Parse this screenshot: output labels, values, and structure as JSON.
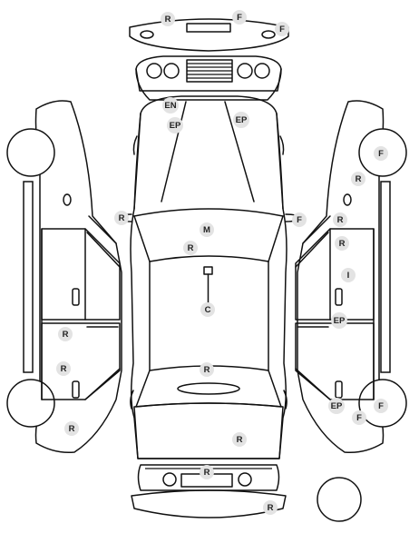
{
  "colors": {
    "line": "#111111",
    "marker_fill": "#e3e3e3",
    "marker_text": "#222222",
    "background": "#ffffff"
  },
  "markers": [
    {
      "id": "front-bumper-r",
      "code": "R"
    },
    {
      "id": "front-bumper-f",
      "code": "F"
    },
    {
      "id": "front-bumper-corner-f",
      "code": "F"
    },
    {
      "id": "hood-en",
      "code": "EN"
    },
    {
      "id": "hood-ep-left",
      "code": "EP"
    },
    {
      "id": "hood-ep-right",
      "code": "EP"
    },
    {
      "id": "left-mirror-r",
      "code": "R"
    },
    {
      "id": "right-mirror-f",
      "code": "F"
    },
    {
      "id": "windshield-m",
      "code": "M"
    },
    {
      "id": "roof-r",
      "code": "R"
    },
    {
      "id": "roof-c",
      "code": "C"
    },
    {
      "id": "trunk-r",
      "code": "R"
    },
    {
      "id": "rear-panel-r",
      "code": "R"
    },
    {
      "id": "rear-bumper-center-r",
      "code": "R"
    },
    {
      "id": "rear-bumper-r",
      "code": "R"
    },
    {
      "id": "left-rear-door-r",
      "code": "R"
    },
    {
      "id": "left-rear-door-lower-r",
      "code": "R"
    },
    {
      "id": "left-rear-wheel-r",
      "code": "R"
    },
    {
      "id": "right-front-wheel-f",
      "code": "F"
    },
    {
      "id": "right-front-fender-r",
      "code": "R"
    },
    {
      "id": "right-front-door-r1",
      "code": "R"
    },
    {
      "id": "right-front-door-r2",
      "code": "R"
    },
    {
      "id": "right-front-door-i",
      "code": "I"
    },
    {
      "id": "right-door-seam-ep",
      "code": "EP"
    },
    {
      "id": "right-rear-ep",
      "code": "EP"
    },
    {
      "id": "right-rear-wheel-f",
      "code": "F"
    },
    {
      "id": "right-rear-bumper-f",
      "code": "F"
    }
  ]
}
